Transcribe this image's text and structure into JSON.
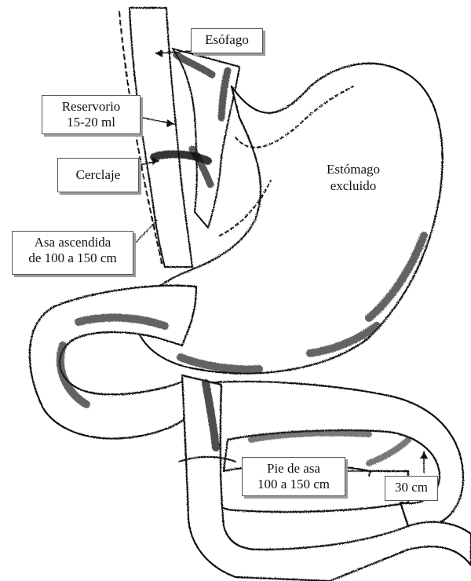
{
  "colors": {
    "ink": "#111111",
    "shade": "#2a2a2a",
    "paper": "#ffffff"
  },
  "labels": {
    "esofago": "Esófago",
    "reservorio": "Reservorio\n15-20 ml",
    "cerclaje": "Cerclaje",
    "asa_ascendida": "Asa ascendida\nde 100 a 150 cm",
    "estomago": "Estómago\nexcluido",
    "pie_de_asa": "Pie de asa\n100 a 150 cm",
    "distancia": "30 cm"
  }
}
